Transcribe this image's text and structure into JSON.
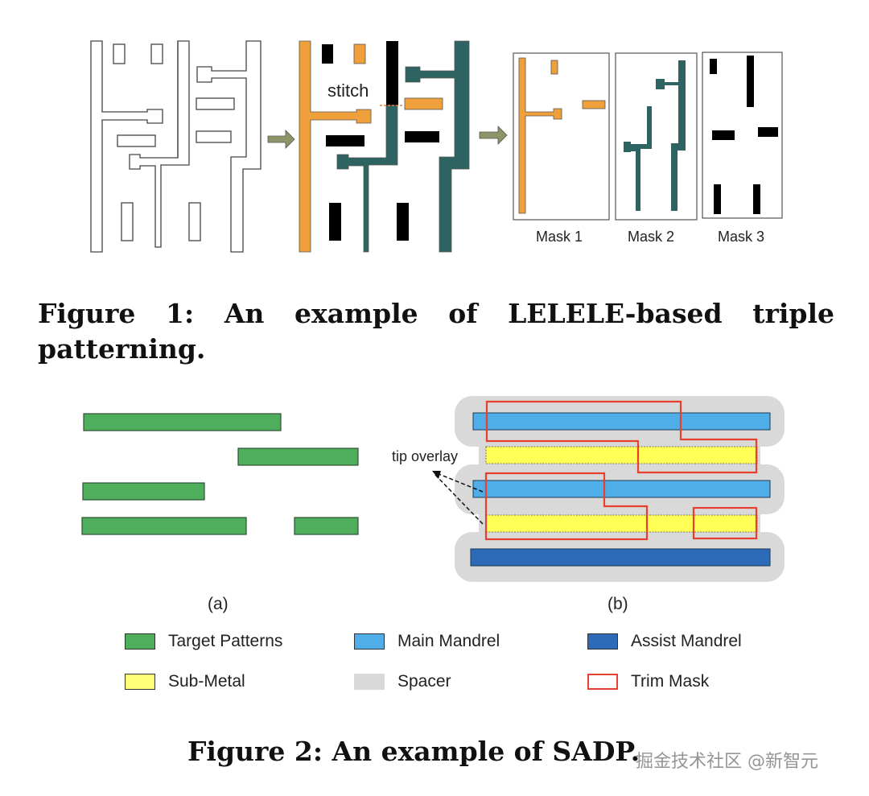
{
  "figure1": {
    "stitch_label": "stitch",
    "mask_labels": [
      "Mask 1",
      "Mask 2",
      "Mask 3"
    ],
    "caption": "Figure 1: An example of LELELE-based triple patterning.",
    "colors": {
      "mask1": "#f0a03a",
      "mask2": "#2d6462",
      "mask3": "#000000",
      "arrow": "#8d9467",
      "outline": "#444444"
    }
  },
  "figure2": {
    "tip_overlay_label": "tip overlay",
    "subfig_labels": [
      "(a)",
      "(b)"
    ],
    "legend": [
      {
        "label": "Target Patterns",
        "color": "#4fae5c",
        "kind": "fill"
      },
      {
        "label": "Main Mandrel",
        "color": "#4faee8",
        "kind": "fill"
      },
      {
        "label": "Assist Mandrel",
        "color": "#2d6ab8",
        "kind": "fill"
      },
      {
        "label": "Sub-Metal",
        "color": "#ffff66",
        "kind": "fill"
      },
      {
        "label": "Spacer",
        "color": "#d9d9d9",
        "kind": "fill-noborder"
      },
      {
        "label": "Trim Mask",
        "color": "#e8402f",
        "kind": "outline"
      }
    ],
    "caption": "Figure 2: An example of SADP."
  },
  "watermark": "掘金技术社区 @新智元"
}
